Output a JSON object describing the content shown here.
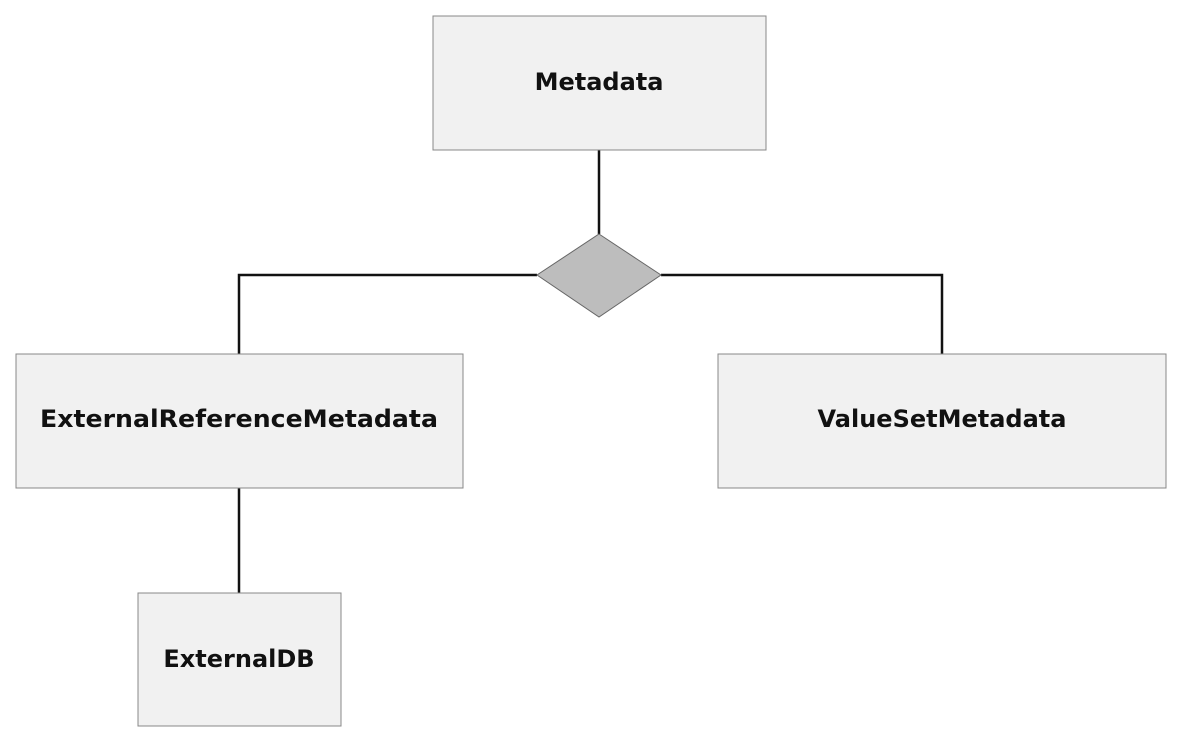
{
  "diagram": {
    "nodes": {
      "metadata": {
        "label": "Metadata"
      },
      "external_reference_metadata": {
        "label": "ExternalReferenceMetadata"
      },
      "value_set_metadata": {
        "label": "ValueSetMetadata"
      },
      "external_db": {
        "label": "ExternalDB"
      }
    },
    "junction_color": "#bdbdbd",
    "box_fill": "#f1f1f1",
    "edges": [
      {
        "from": "Metadata",
        "to": "ExternalReferenceMetadata",
        "via": "junction"
      },
      {
        "from": "Metadata",
        "to": "ValueSetMetadata",
        "via": "junction"
      },
      {
        "from": "ExternalReferenceMetadata",
        "to": "ExternalDB"
      }
    ]
  }
}
